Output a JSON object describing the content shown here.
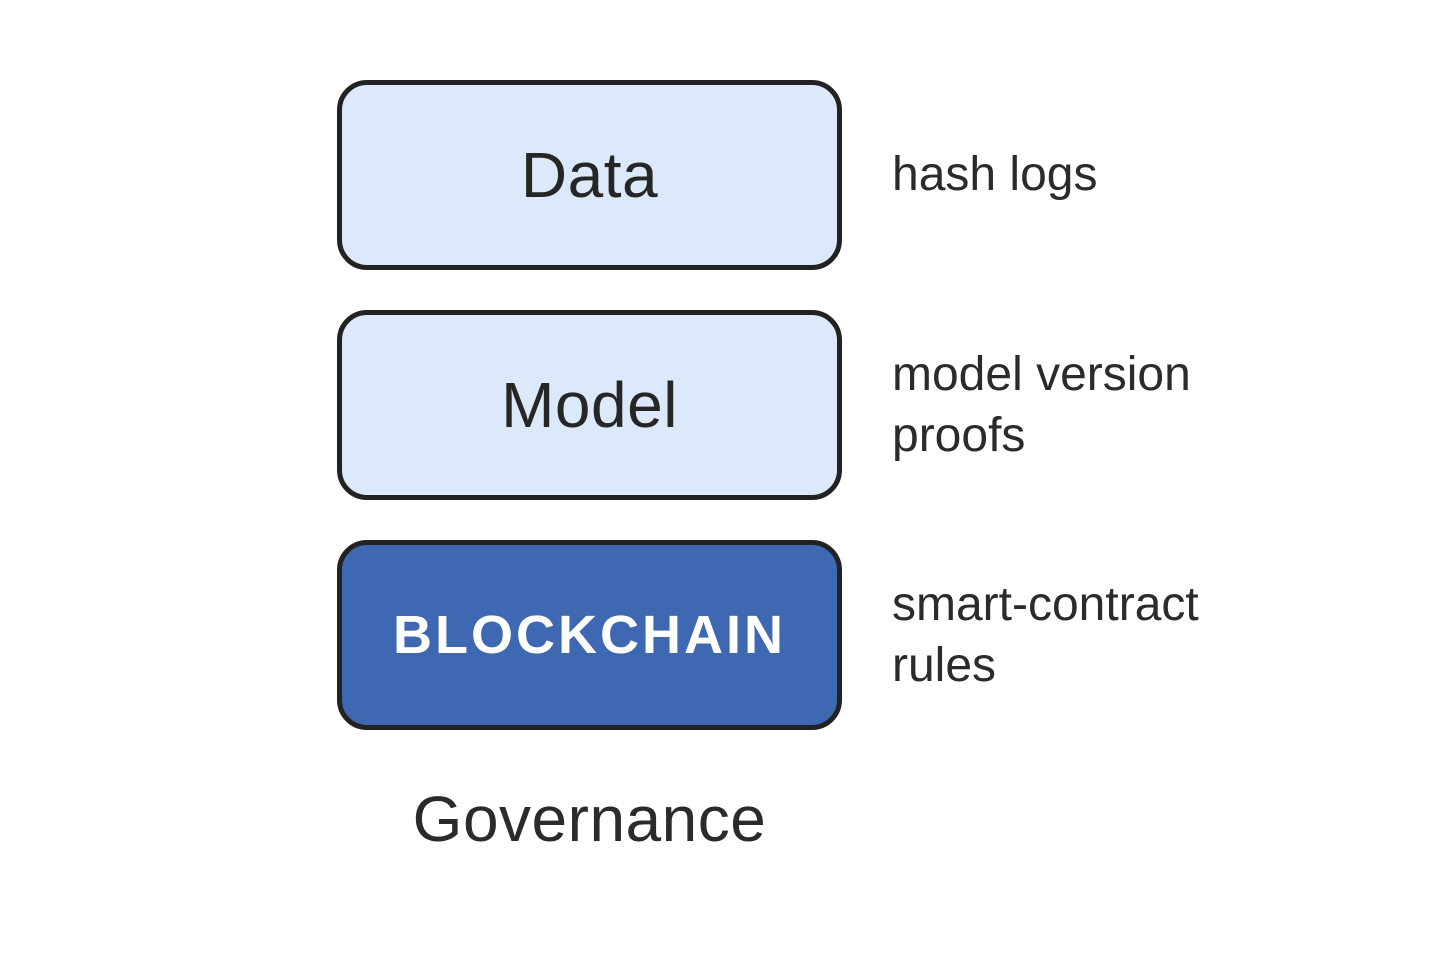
{
  "diagram": {
    "title": "Governance",
    "nodes": [
      {
        "label": "Data",
        "annotation": "hash logs",
        "style": "light"
      },
      {
        "label": "Model",
        "annotation": "model version proofs",
        "style": "light"
      },
      {
        "label": "BLOCKCHAIN",
        "annotation": "smart-contract rules",
        "style": "dark"
      }
    ],
    "caption": "Governance",
    "colors": {
      "background": "#FFFFFF",
      "box_border": "#222222",
      "light_box_fill": "#DBE9FA",
      "dark_box_fill": "#3E68B2",
      "dark_text": "#262626",
      "annotation_text": "#2B2B2B",
      "blockchain_text": "#FFFFFF"
    }
  }
}
